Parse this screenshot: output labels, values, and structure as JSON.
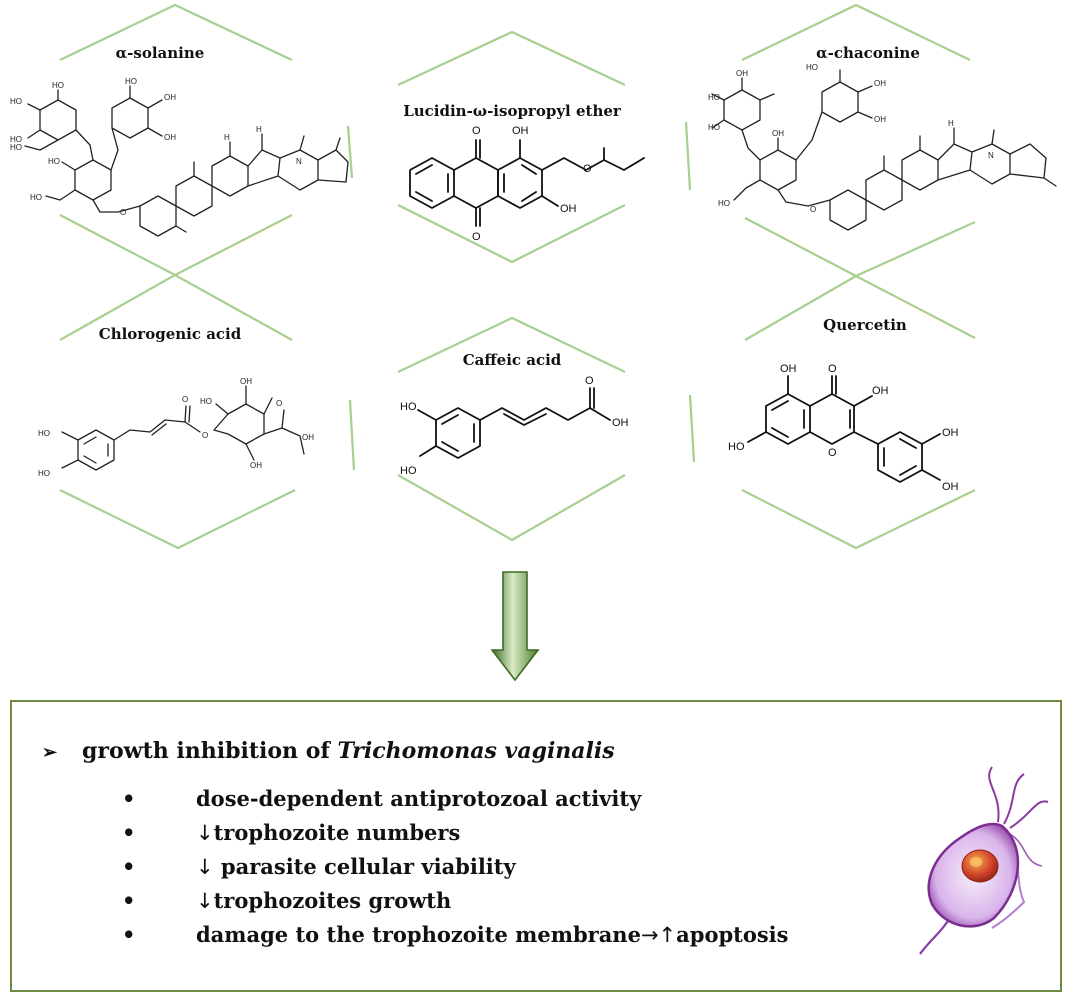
{
  "compounds": {
    "alpha_solanine": "α-solanine",
    "lucidin": "Lucidin-ω-isopropyl ether",
    "alpha_chaconine": "α-chaconine",
    "chlorogenic": "Chlorogenic acid",
    "caffeic": "Caffeic acid",
    "quercetin": "Quercetin"
  },
  "atoms": {
    "oh": "OH",
    "ho": "HO",
    "o": "O",
    "n": "N",
    "h": "H"
  },
  "effects": {
    "headline_marker": "➢",
    "headline_prefix": "growth inhibition of ",
    "headline_species": "Trichomonas vaginalis",
    "bullet": "•",
    "up_arrow": "↑",
    "down_arrow": "↓",
    "right_arrow": "→",
    "items": [
      "dose-dependent antiprotozoal activity",
      "trophozoite numbers",
      " parasite cellular viability",
      "trophozoites growth",
      "damage to the trophozoite membrane",
      "apoptosis"
    ]
  },
  "colors": {
    "hexagon_lines": "#a9cf8e",
    "arrow": "#5f8f3a",
    "box_border": "#6e8a45",
    "parasite_membrane": "#8a3aa0",
    "parasite_nucleus": "#d2452b"
  }
}
